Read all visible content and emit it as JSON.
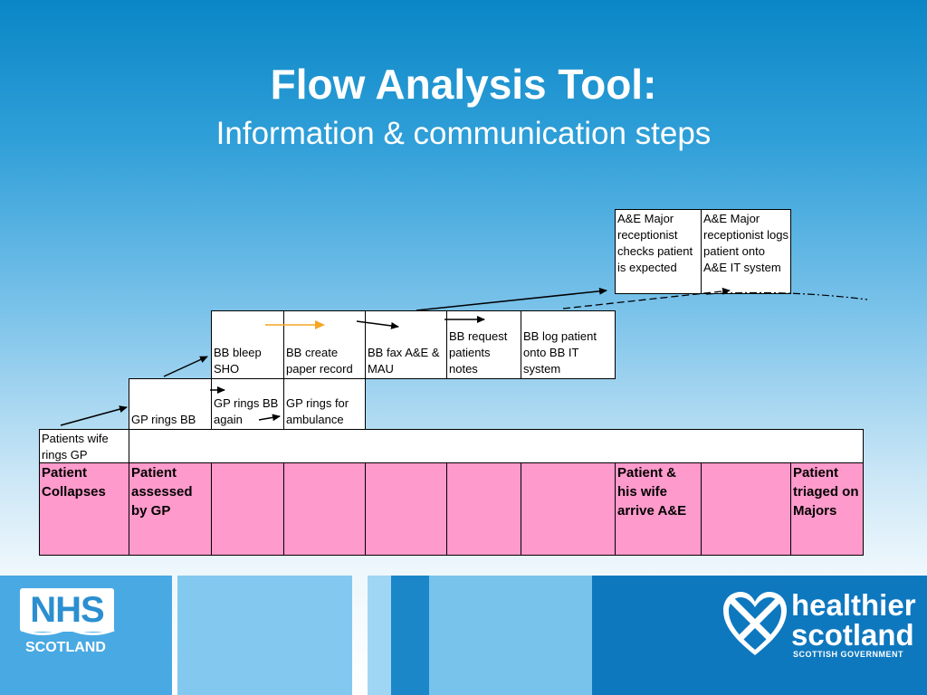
{
  "title": "Flow Analysis Tool:",
  "subtitle": "Information & communication steps",
  "rows": {
    "row5": [
      "A&E Major receptionist checks patient is expected",
      "A&E Major receptionist logs patient onto A&E IT system"
    ],
    "row4": [
      "BB bleep SHO",
      "BB create paper record",
      "BB fax A&E & MAU",
      "BB request patients notes",
      "BB log patient onto BB IT system"
    ],
    "row3": [
      "GP rings BB",
      "GP rings BB again",
      "GP rings for ambulance"
    ],
    "row2": [
      "Patients wife rings GP"
    ],
    "row1": [
      "Patient Collapses",
      "Patient assessed by GP",
      "",
      "",
      "",
      "",
      "",
      "Patient & his wife arrive A&E",
      "",
      "Patient triaged on Majors"
    ]
  },
  "colors": {
    "pink": "#ff9acc",
    "orange_arrow": "#f5a623",
    "title": "#ffffff"
  },
  "footer": {
    "nhs_logo": "NHS",
    "nhs_sub": "SCOTLAND",
    "hs_line1": "healthier",
    "hs_line2": "scotland",
    "hs_line3": "SCOTTISH GOVERNMENT",
    "heart_icon": "saltire-heart-icon"
  }
}
